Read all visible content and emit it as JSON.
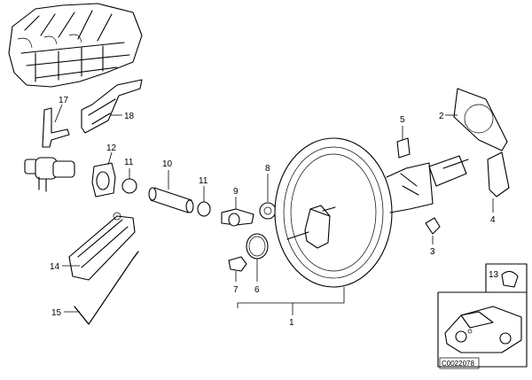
{
  "callouts": {
    "c1": "1",
    "c2": "2",
    "c3": "3",
    "c4": "4",
    "c5": "5",
    "c6": "6",
    "c7": "7",
    "c8": "8",
    "c9": "9",
    "c10": "10",
    "c11a": "11",
    "c11b": "11",
    "c12": "12",
    "c13": "13",
    "c14": "14",
    "c15": "15",
    "c17": "17",
    "c18": "18"
  },
  "diagram_code": "C0022078"
}
